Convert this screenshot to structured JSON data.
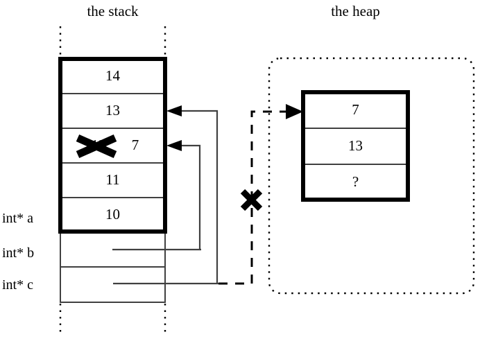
{
  "diagram": {
    "titles": {
      "stack": "the stack",
      "heap": "the heap"
    },
    "stack": {
      "cells": [
        {
          "value": "14",
          "struck": false,
          "new_value": ""
        },
        {
          "value": "13",
          "struck": false,
          "new_value": ""
        },
        {
          "value": "12",
          "struck": true,
          "new_value": "7"
        },
        {
          "value": "11",
          "struck": false,
          "new_value": ""
        },
        {
          "value": "10",
          "struck": false,
          "new_value": ""
        }
      ],
      "variables": [
        {
          "label": "int* a"
        },
        {
          "label": "int* b"
        },
        {
          "label": "int* c"
        }
      ]
    },
    "heap": {
      "cells": [
        {
          "value": "7"
        },
        {
          "value": "13"
        },
        {
          "value": "?"
        }
      ]
    },
    "marks": {
      "crossed_stack_value": "12",
      "crossed_pointer": "x-mark-on-c-pointer"
    },
    "colors": {
      "ink": "#000000",
      "background": "#ffffff",
      "thin_line": "#404040"
    }
  }
}
